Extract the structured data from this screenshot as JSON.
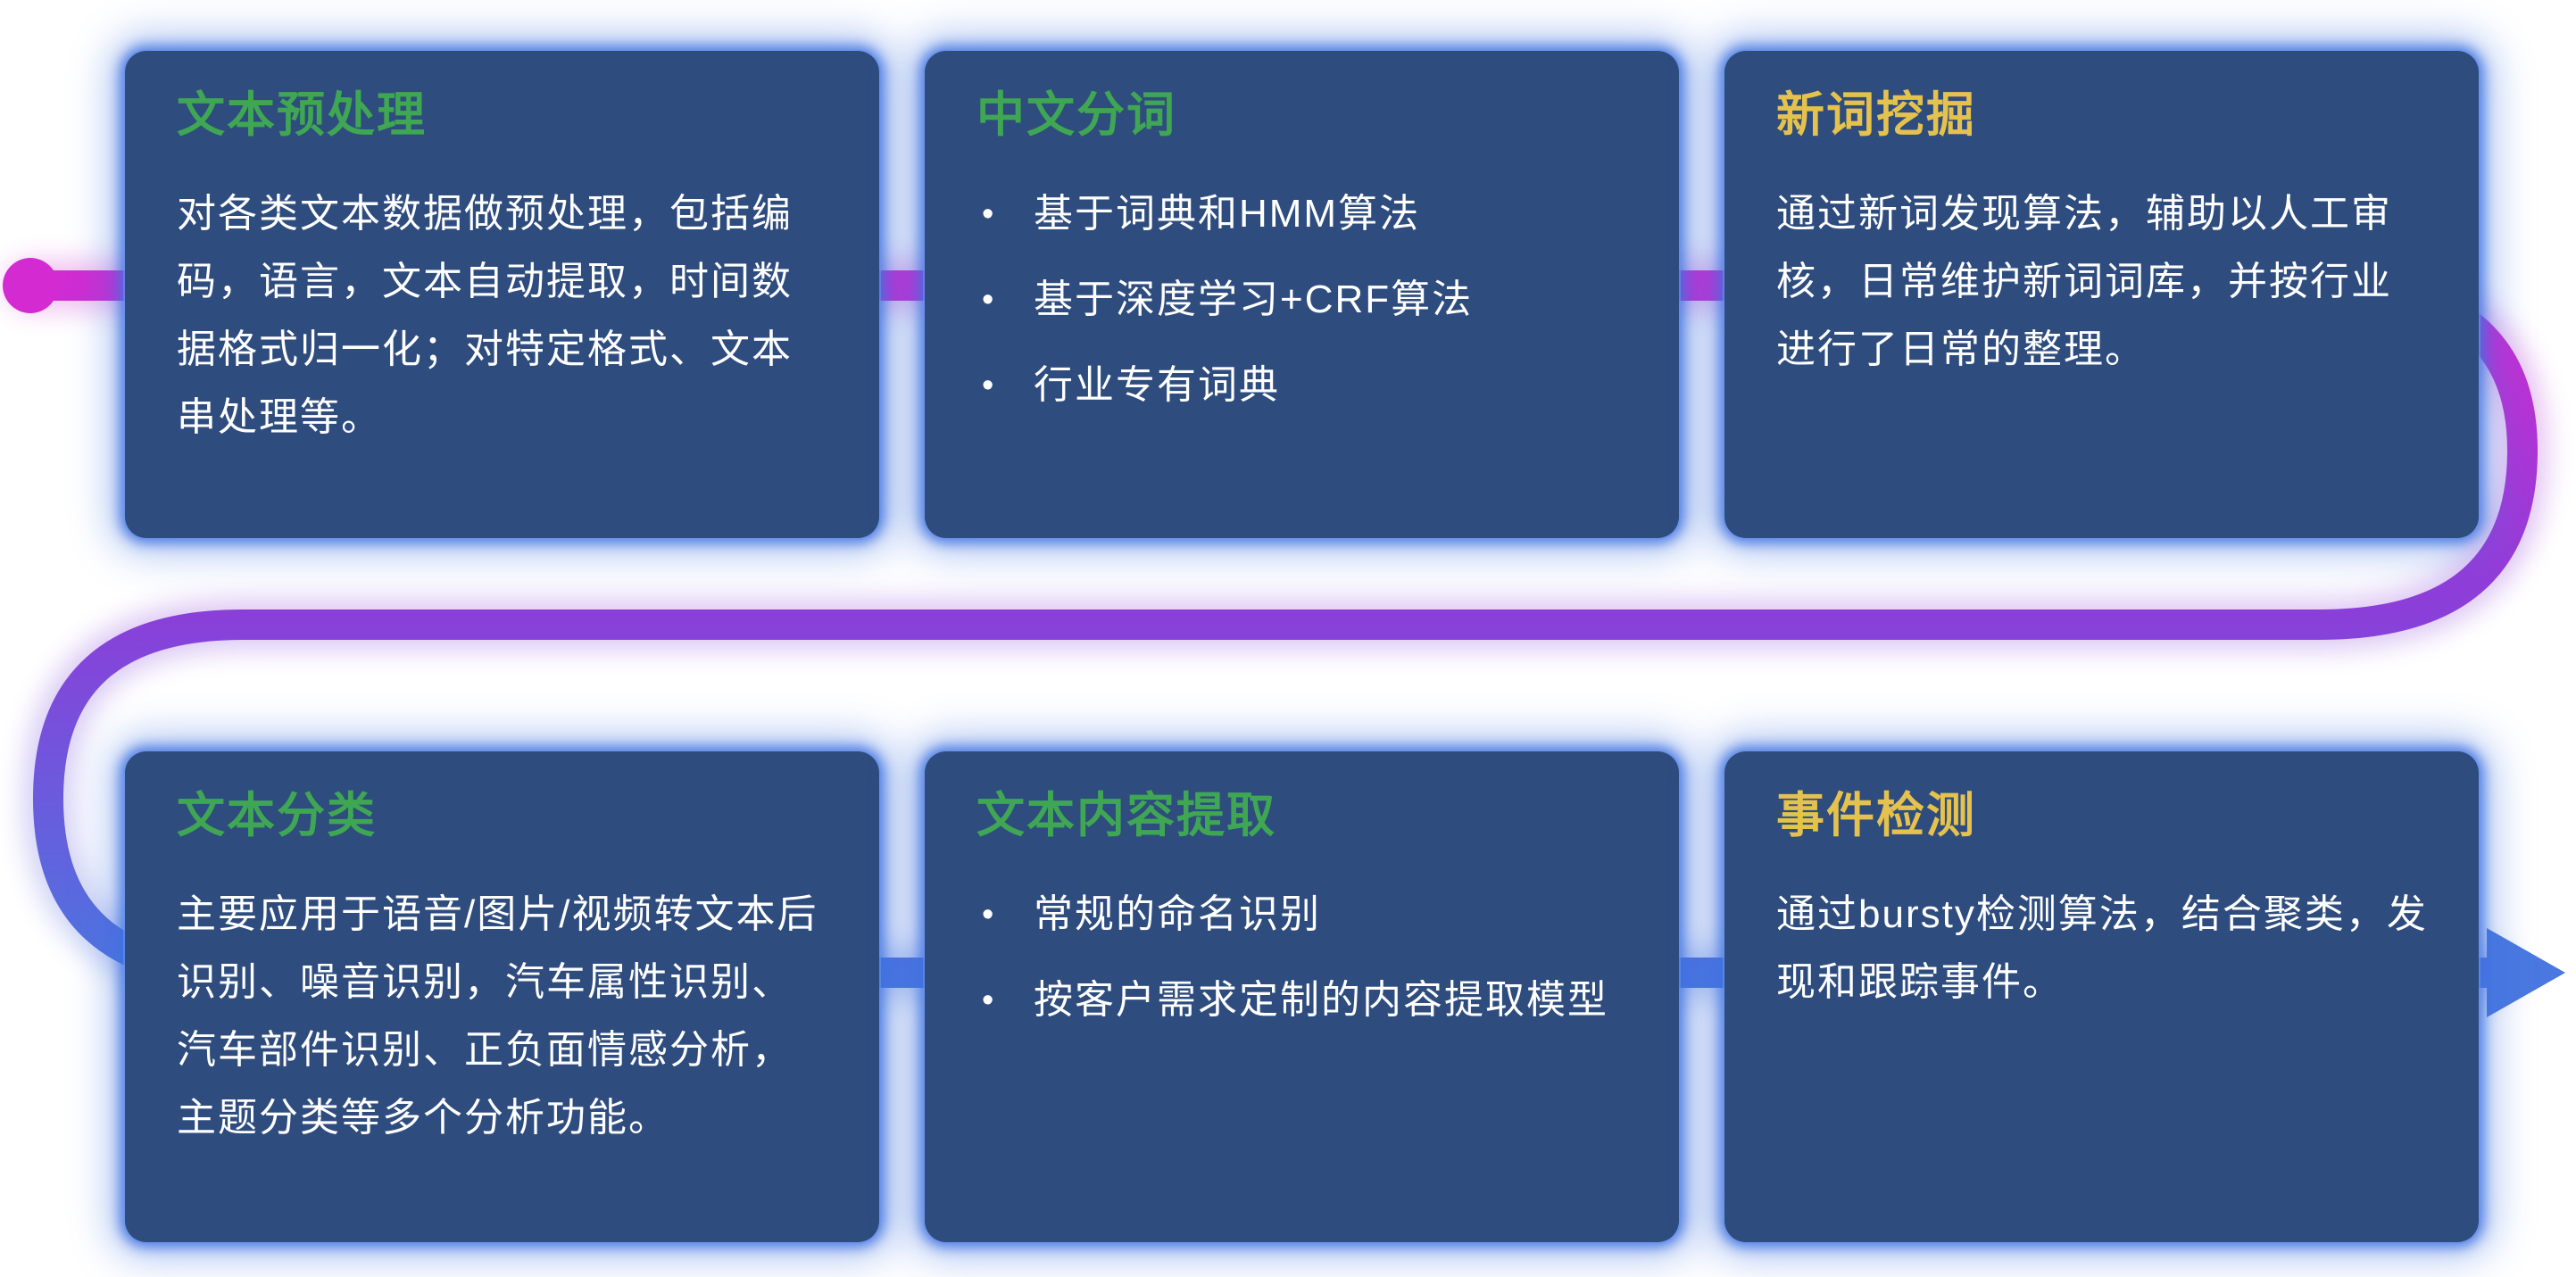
{
  "colors": {
    "card-bg": "#2e4c7e",
    "title-green": "#3fa653",
    "title-yellow": "#e5c24d",
    "flow-start": "#d32bd1",
    "flow-mid": "#8a3fd9",
    "flow-end": "#4a78e0"
  },
  "cards": [
    {
      "title": "文本预处理",
      "body": "对各类文本数据做预处理，包括编码，语言，文本自动提取，时间数据格式归一化；对特定格式、文本串处理等。"
    },
    {
      "title": "中文分词",
      "bullets": [
        "基于词典和HMM算法",
        "基于深度学习+CRF算法",
        "行业专有词典"
      ]
    },
    {
      "title": "新词挖掘",
      "body": "通过新词发现算法，辅助以人工审核，日常维护新词词库，并按行业进行了日常的整理。"
    },
    {
      "title": "文本分类",
      "body": "主要应用于语音/图片/视频转文本后识别、噪音识别，汽车属性识别、汽车部件识别、正负面情感分析，主题分类等多个分析功能。"
    },
    {
      "title": "文本内容提取",
      "bullets": [
        "常规的命名识别",
        "按客户需求定制的内容提取模型"
      ]
    },
    {
      "title": "事件检测",
      "body": "通过bursty检测算法，结合聚类，发现和跟踪事件。"
    }
  ]
}
